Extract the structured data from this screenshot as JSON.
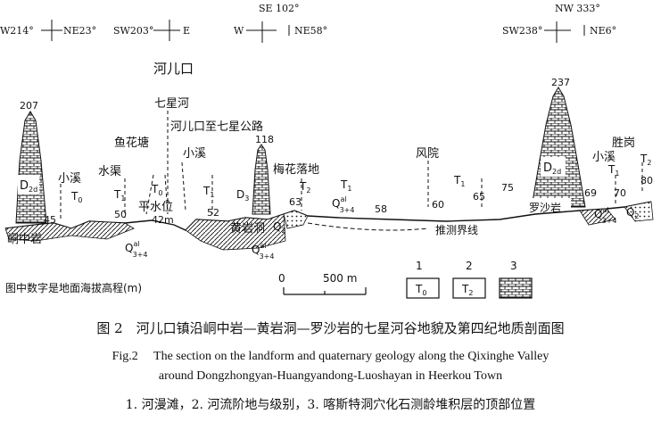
{
  "orientations": [
    {
      "left": "W214°",
      "right": "NE23°",
      "top": ""
    },
    {
      "left": "SW203°",
      "right": "E",
      "top": ""
    },
    {
      "left": "W",
      "right": "NE58°",
      "top": "SE 102°"
    },
    {
      "left": "SW238°",
      "right": "NE6°",
      "top": "NW 333°"
    }
  ],
  "places": {
    "heerkou": "河儿口",
    "qixinghe": "七星河",
    "road": "河儿口至七星公路",
    "yuhuatang": "鱼花塘",
    "shuiqu": "水渠",
    "pingshuiwei": "平水位",
    "xiaoxi": "小溪",
    "meihualuodi": "梅花落地",
    "fengyuan": "风院",
    "shenggang": "胜岗",
    "dongzhongyan": "峒中岩",
    "huangyandong": "黄岩洞",
    "luoshayan": "罗沙岩",
    "boundary": "推测界线"
  },
  "elevations": [
    "207",
    "45",
    "50",
    "42m",
    "52",
    "118",
    "63",
    "58",
    "60",
    "65",
    "75",
    "237",
    "69",
    "70",
    "80"
  ],
  "strata": {
    "T0": "T",
    "T0_sub": "0",
    "T1": "T",
    "T1_sub": "1",
    "T2": "T",
    "T2_sub": "2",
    "D2d": "D",
    "D2d_sub": "2d",
    "D3": "D",
    "D3_sub": "3",
    "Q2": "Q",
    "Q2_sub": "2",
    "Qal": "Q",
    "Qal_sup": "al",
    "Qal_sub": "3+4"
  },
  "note": "图中数字是地面海拔高程(m)",
  "scale": {
    "zero": "0",
    "value": "500 m"
  },
  "legend": [
    {
      "num": "1",
      "label": "T",
      "sub": "0"
    },
    {
      "num": "2",
      "label": "T",
      "sub": "2"
    },
    {
      "num": "3",
      "label": ""
    }
  ],
  "caption": {
    "cn": "图 2　河儿口镇沿峒中岩—黄岩洞—罗沙岩的七星河谷地貌及第四纪地质剖面图",
    "en1": "Fig.2　 The section on the landform and quaternary geology along the Qixinghe Valley",
    "en2": "around Dongzhongyan-Huangyandong-Luoshayan in Heerkou Town",
    "legend_line": "1. 河漫滩，2. 河流阶地与级别，3. 喀斯特洞穴化石测龄堆积层的顶部位置"
  },
  "colors": {
    "ink": "#111111",
    "paper": "#ffffff"
  }
}
